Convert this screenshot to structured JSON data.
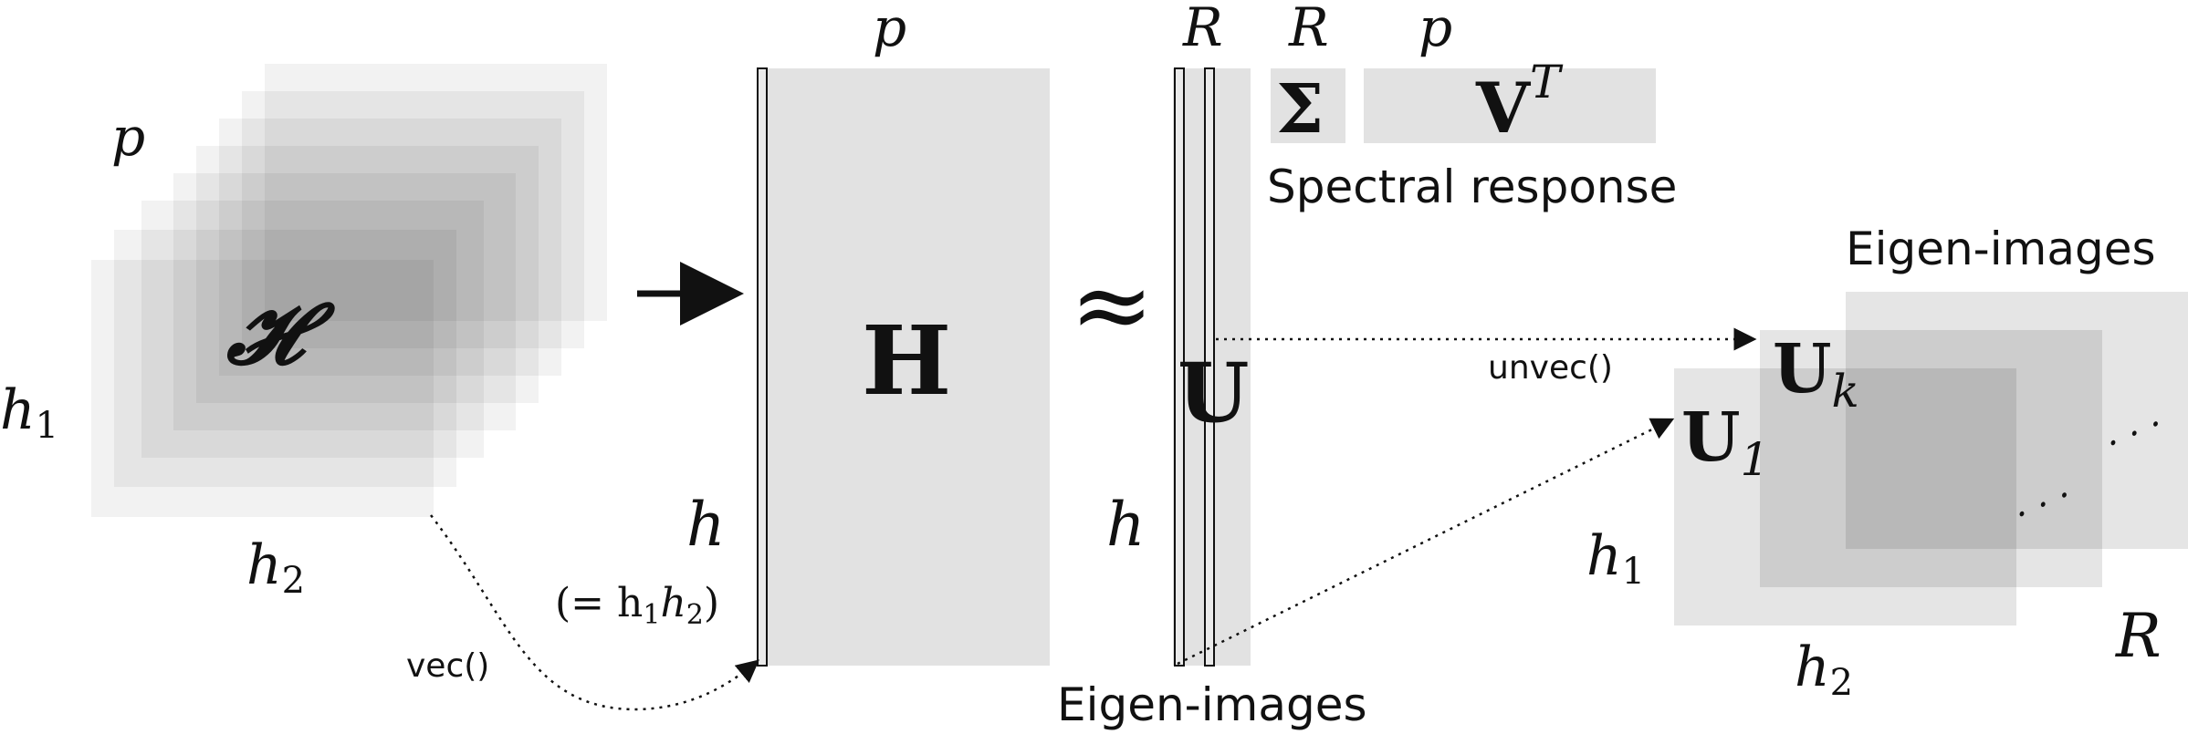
{
  "cube": {
    "symbol": "𝓗",
    "dim_p": "p",
    "dim_h1": "h",
    "dim_h1_sub": "1",
    "dim_h2": "h",
    "dim_h2_sub": "2"
  },
  "matrix_h": {
    "symbol": "H",
    "dim_p": "p",
    "dim_h": "h",
    "dim_h_eq": "(= h",
    "dim_h_eq_sub1": "1",
    "dim_h_eq_mid": "h",
    "dim_h_eq_sub2": "2",
    "dim_h_eq_close": ")"
  },
  "approx": "≈",
  "matrix_u": {
    "symbol": "U",
    "dim_r": "R",
    "dim_h": "h",
    "caption": "Eigen-images"
  },
  "sigma": {
    "symbol": "Σ",
    "dim_r": "R"
  },
  "vt": {
    "symbol": "V",
    "sup": "T",
    "dim_p": "p"
  },
  "spectral_caption": "Spectral response",
  "eigen_stack": {
    "caption": "Eigen-images",
    "u1": "U",
    "u1_sub": "1",
    "uk": "U",
    "uk_sub": "k",
    "dots1": ". . .",
    "dots2": ". . .",
    "dim_h1": "h",
    "dim_h1_sub": "1",
    "dim_h2": "h",
    "dim_h2_sub": "2",
    "dim_r": "R"
  },
  "ops": {
    "vec": "vec()",
    "unvec": "unvec()"
  },
  "colors": {
    "panel": "#e2e2e2",
    "dark_panel": "#cfcfcf",
    "stroke": "#111111"
  }
}
